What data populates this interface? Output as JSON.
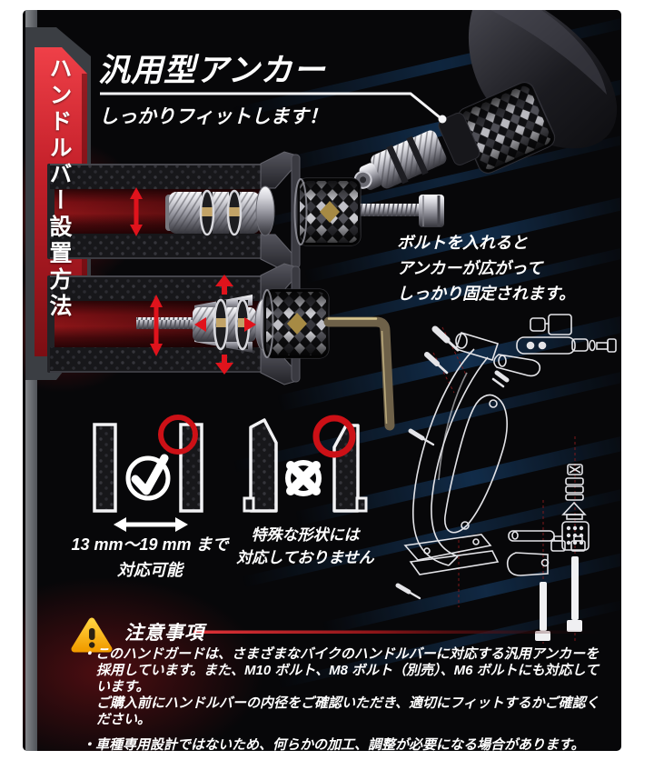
{
  "side_banner": {
    "label": "ハンドルバー設置方法"
  },
  "header": {
    "title": "汎用型アンカー",
    "subtitle": "しっかりフィットします！"
  },
  "anchor_note": {
    "lines": [
      "ボルトを入れると",
      "アンカーが広がって",
      "しっかり固定されます。"
    ]
  },
  "fit_ok": {
    "line1": "13 mm〜19 mm まで",
    "line2": "対応可能"
  },
  "fit_ng": {
    "line1": "特殊な形状には",
    "line2": "対応しておりません"
  },
  "notice": {
    "heading": "注意事項",
    "items": [
      {
        "lines": [
          "・このハンドガードは、さまざまなバイクのハンドルバーに対応する汎用アンカーを",
          "採用しています。また、M10 ボルト、M8 ボルト（別売）、M6 ボルトにも対応しています。",
          "ご購入前にハンドルバーの内径をご確認いただき、適切にフィットするかご確認ください。"
        ]
      },
      {
        "lines": [
          "・車種専用設計ではないため、何らかの加工、調整が必要になる場合があります。"
        ]
      }
    ]
  },
  "icons": {
    "warning_triangle": "⚠",
    "check_mark": "✓",
    "cross_mark": "✕",
    "double_arrow": "↔",
    "up_down_arrow": "↕"
  },
  "colors": {
    "accent_red": "#cc1016",
    "banner_red_top": "#ef4048",
    "banner_red_bottom": "#7c0e13",
    "warning_yellow": "#f7b500",
    "background_black": "#070709",
    "stripe_blue": "#1b4c80",
    "metal_silver": "#c9c9cf",
    "brass_gold": "#b99a5e",
    "wire_white": "#e4e4e8"
  }
}
